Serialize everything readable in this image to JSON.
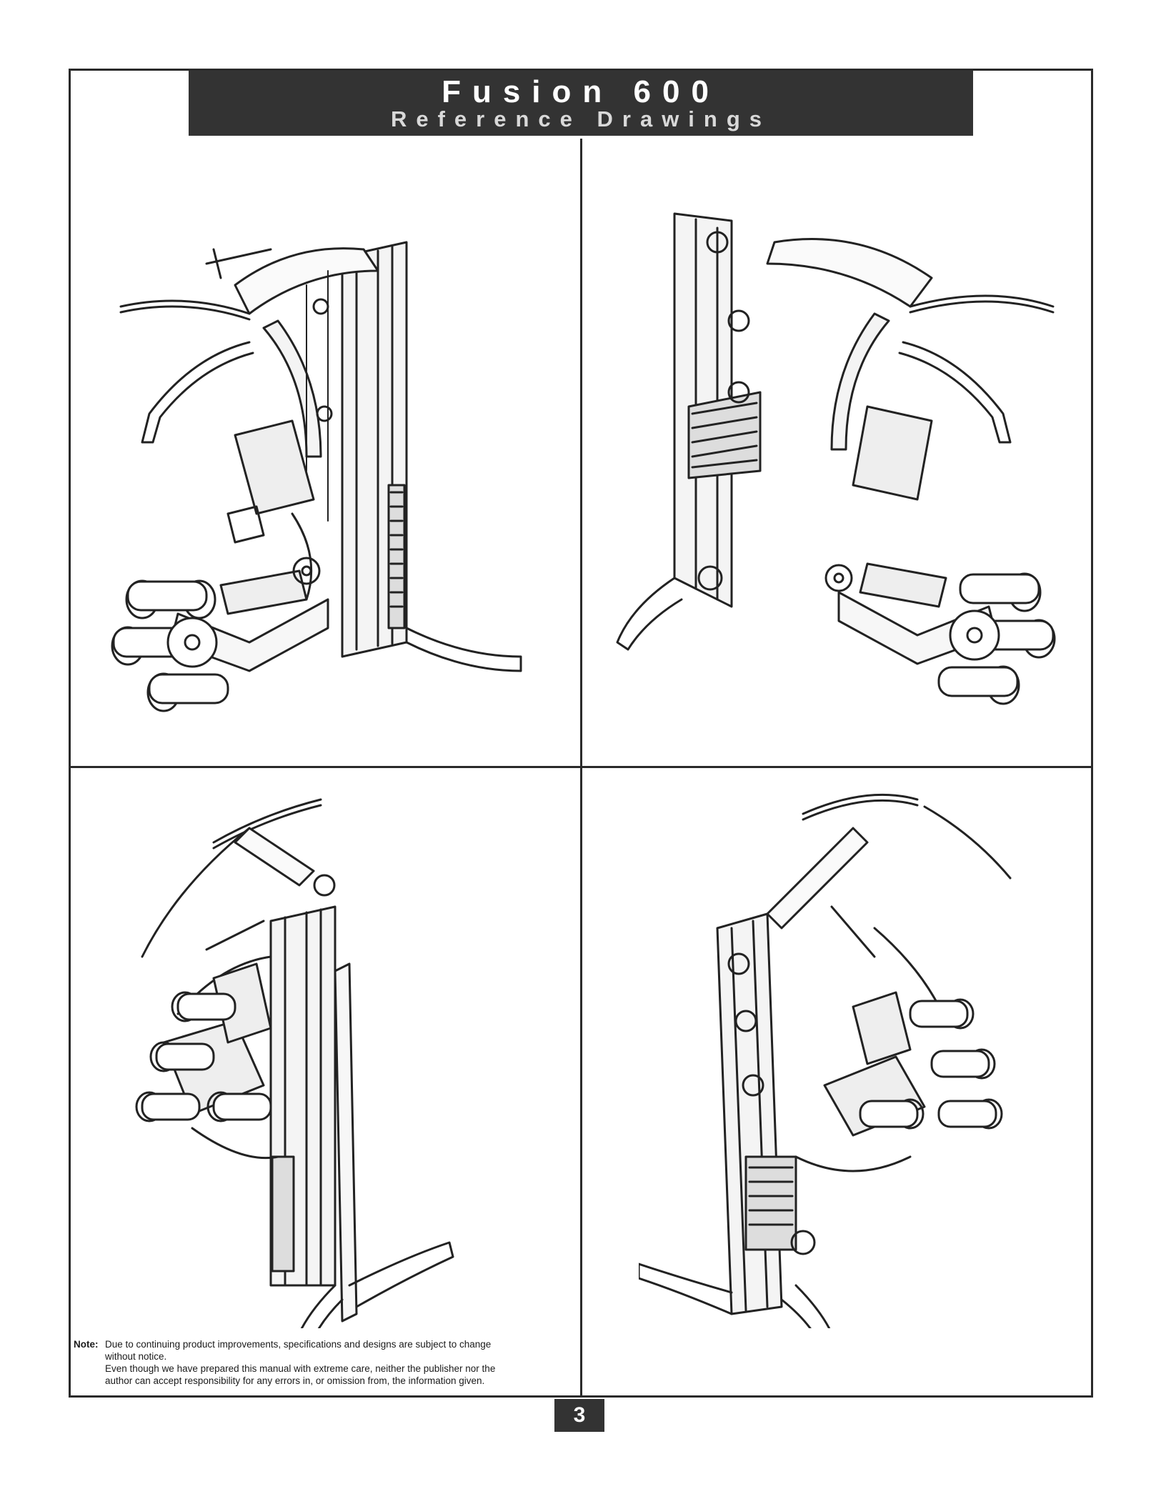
{
  "header": {
    "title": "Fusion 600",
    "subtitle": "Reference Drawings"
  },
  "drawings": [
    {
      "view": "front-left",
      "icon": "home-gym-machine-drawing"
    },
    {
      "view": "front-right",
      "icon": "home-gym-machine-drawing"
    },
    {
      "view": "rear-left",
      "icon": "home-gym-machine-drawing"
    },
    {
      "view": "rear-right",
      "icon": "home-gym-machine-drawing"
    }
  ],
  "note": {
    "label": "Note:",
    "line1": "Due to continuing product improvements, specifications and designs are subject to change",
    "line2": "without notice.",
    "line3": "Even though we have prepared this manual with extreme care, neither the publisher nor the",
    "line4": "author can accept responsibility for any errors in, or omission from, the information given."
  },
  "page_number": "3",
  "colors": {
    "band": "#333333",
    "line": "#2a2a2a",
    "background": "#ffffff"
  }
}
